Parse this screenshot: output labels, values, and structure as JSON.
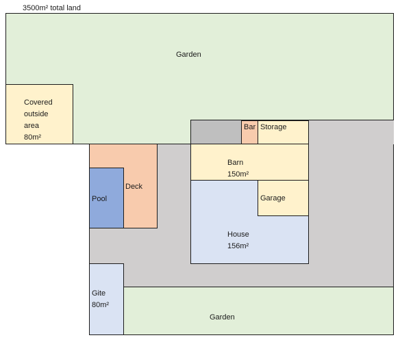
{
  "title": "3500m² total land",
  "zones": {
    "garden_top": {
      "label": "Garden"
    },
    "covered": {
      "label_lines": [
        "Covered",
        "outside",
        "area",
        "80m²"
      ]
    },
    "deck": {
      "label": "Deck"
    },
    "pool": {
      "label": "Pool"
    },
    "bar": {
      "label": "Bar"
    },
    "storage": {
      "label": "Storage"
    },
    "barn": {
      "label_lines": [
        "Barn",
        "150m²"
      ]
    },
    "garage": {
      "label": "Garage"
    },
    "house": {
      "label_lines": [
        "House",
        "156m²"
      ]
    },
    "gite": {
      "label_lines": [
        "Gite",
        "80m²"
      ]
    },
    "garden_bottom": {
      "label": "Garden"
    }
  },
  "colors": {
    "garden": "#e2efd9",
    "paving": "#d0cece",
    "paving_dark": "#bfbfbf",
    "building": "#fff2cc",
    "deck": "#f8cbad",
    "pool": "#8faadc",
    "house": "#dae3f3",
    "outline": "#1a1a1a"
  }
}
